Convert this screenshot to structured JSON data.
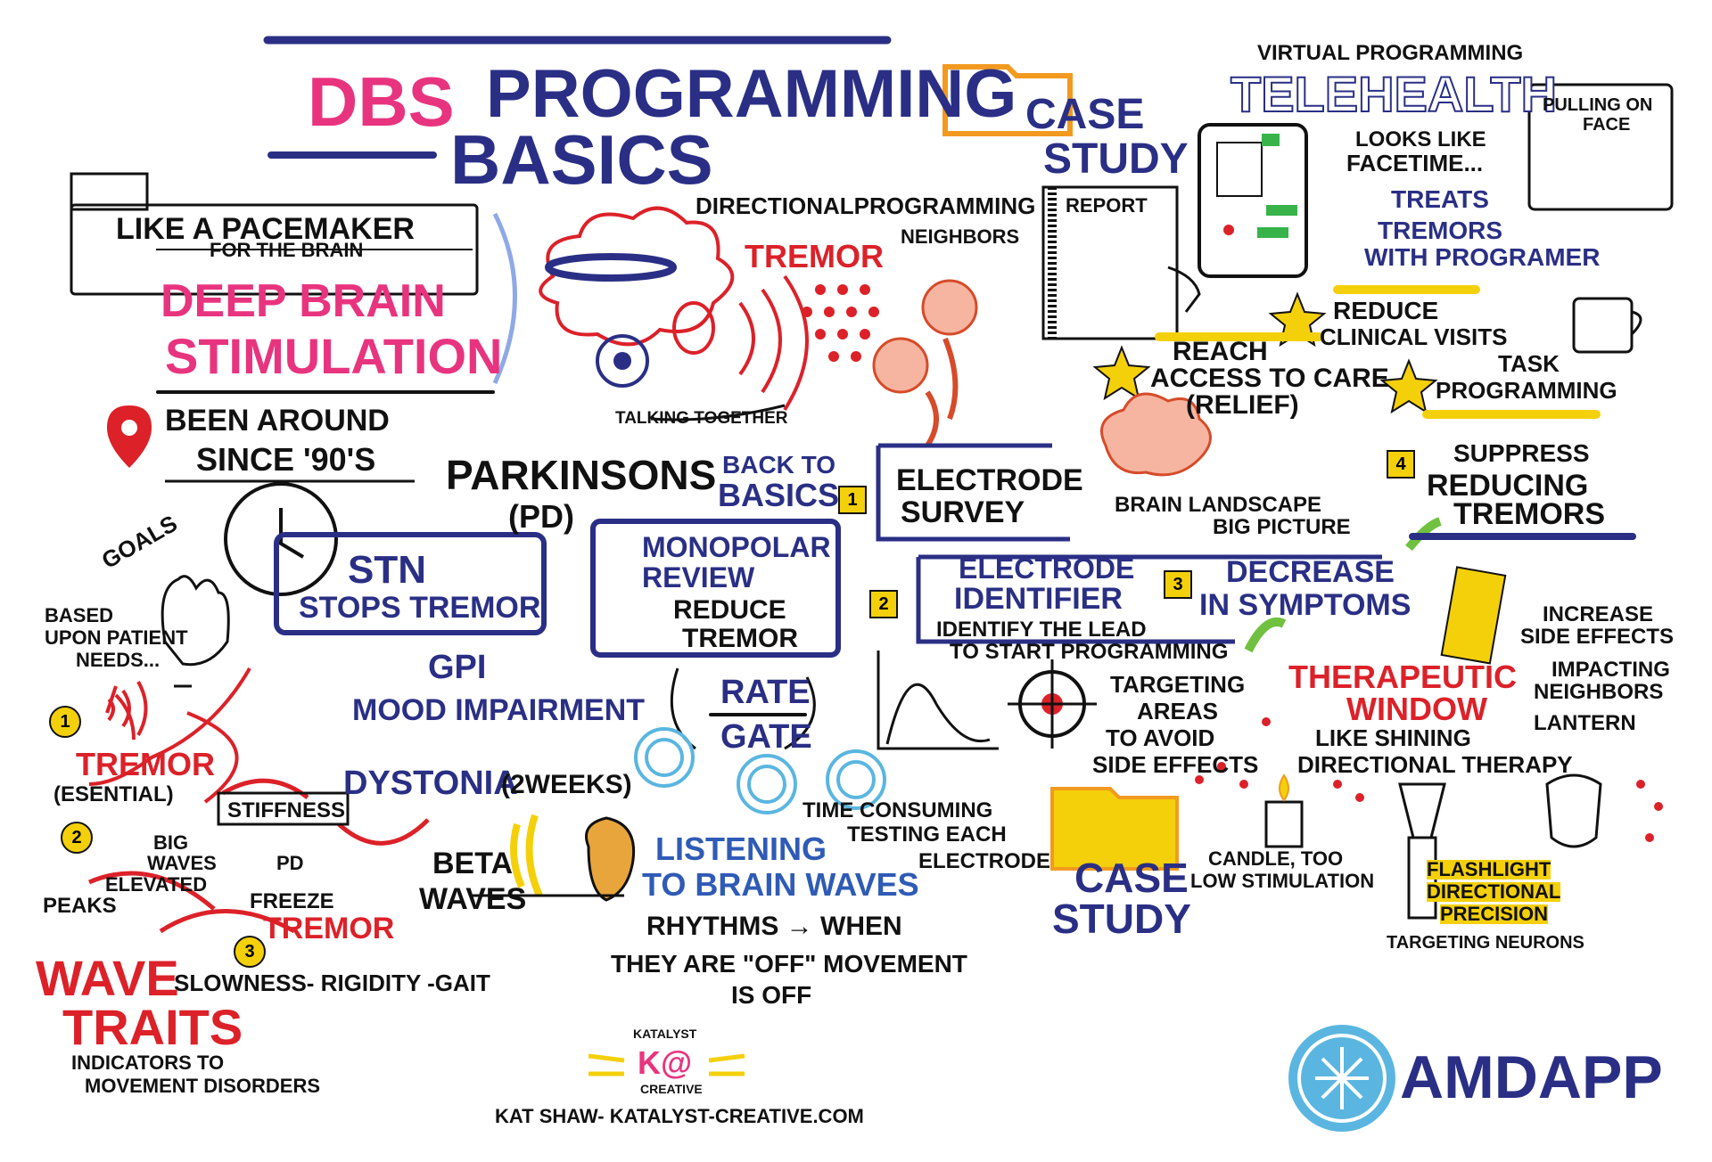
{
  "header": {
    "title_dbs": "DBS",
    "title_programming": "PROGRAMMING",
    "title_basics": "BASICS"
  },
  "intro": {
    "pacemaker_line1": "LIKE A PACEMAKER",
    "pacemaker_line2": "FOR THE BRAIN",
    "dbs_line1": "DEEP BRAIN",
    "dbs_line2": "STIMULATION",
    "around_line1": "BEEN AROUND",
    "around_line2": "SINCE '90's"
  },
  "directional": {
    "title": "DIRECTIONALPROGRAMMING",
    "tremor": "TREMOR",
    "neighbors": "NEIGHBORS",
    "talking": "TALKING TOGETHER"
  },
  "case_study_top": {
    "title_line1": "CASE",
    "title_line2": "STUDY",
    "report": "REPORT"
  },
  "telehealth": {
    "virtual": "VIRTUAL PROGRAMMING",
    "telehealth": "TELEHEALTH",
    "pulling_line1": "PULLING ON",
    "pulling_line2": "FACE",
    "looks_line1": "LOOKS LIKE",
    "looks_line2": "FACETIME...",
    "treats_line1": "TREATS",
    "treats_line2": "TREMORS",
    "treats_line3": "WITH PROGRAMER",
    "reduce_line1": "REDUCE",
    "reduce_line2": "CLINICAL VISITS",
    "reach_line1": "REACH",
    "reach_line2": "ACCESS TO CARE",
    "reach_line3": "(RELIEF)",
    "task_line1": "TASK",
    "task_line2": "PROGRAMMING"
  },
  "parkinsons": {
    "title": "PARKINSONS",
    "abbr": "(PD)",
    "goals": "GOALS",
    "based_line1": "BASED",
    "based_line2": "UPON PATIENT",
    "based_line3": "NEEDS...",
    "stn_line1": "STN",
    "stn_line2": "STOPS TREMOR",
    "gpi": "GPI",
    "mood": "MOOD IMPAIRMENT",
    "dystonia": "DYSTONIA",
    "dystonia_weeks": "(2WEEKS)"
  },
  "back_to_basics": {
    "line1": "BACK TO",
    "line2": "BASICS",
    "num1": "1",
    "num2": "2",
    "num3": "3",
    "num4": "4"
  },
  "monopolar": {
    "line1": "MONOPOLAR",
    "line2": "REVIEW",
    "line3": "REDUCE",
    "line4": "TREMOR",
    "rate": "RATE",
    "gate": "GATE",
    "time_line1": "TIME CONSUMING",
    "time_line2": "TESTING EACH",
    "time_line3": "ELECTRODE"
  },
  "electrode": {
    "survey_line1": "ELECTRODE",
    "survey_line2": "SURVEY",
    "landscape_line1": "BRAIN LANDSCAPE",
    "landscape_line2": "BIG PICTURE",
    "identifier_line1": "ELECTRODE",
    "identifier_line2": "IDENTIFIER",
    "identify_line1": "IDENTIFY THE LEAD",
    "identify_line2": "TO START PROGRAMMING",
    "decrease_line1": "DECREASE",
    "decrease_line2": "IN SYMPTOMS",
    "suppress_line1": "SUPPRESS",
    "suppress_line2": "REDUCING",
    "suppress_line3": "TREMORS"
  },
  "therapeutic": {
    "targeting_line1": "TARGETING",
    "targeting_line2": "AREAS",
    "targeting_line3": "TO AVOID",
    "targeting_line4": "SIDE EFFECTS",
    "window_line1": "THERAPEUTIC",
    "window_line2": "WINDOW",
    "shining_line1": "LIKE SHINING",
    "shining_line2": "DIRECTIONAL THERAPY",
    "increase_line1": "INCREASE",
    "increase_line2": "SIDE EFFECTS",
    "impacting_line1": "IMPACTING",
    "impacting_line2": "NEIGHBORS",
    "lantern": "LANTERN",
    "candle_line1": "CANDLE, TOO",
    "candle_line2": "LOW STIMULATION",
    "flash_line1": "FLASHLIGHT",
    "flash_line2": "DIRECTIONAL",
    "flash_line3": "PRECISION",
    "neurons": "TARGETING NEURONS"
  },
  "case_study_bottom": {
    "line1": "CASE",
    "line2": "STUDY"
  },
  "waves": {
    "tremor1": "TREMOR",
    "essential": "(ESENTIAL)",
    "stiffness": "STIFFNESS",
    "big_line1": "BIG",
    "big_line2": "WAVES",
    "elevated": "ELEVATED",
    "peaks": "PEAKS",
    "pd": "PD",
    "freeze": "FREEZE",
    "tremor2": "TREMOR",
    "slowness": "SLOWNESS- RIGIDITY -GAIT",
    "wave": "WAVE",
    "traits": "TRAITS",
    "indicators_line1": "INDICATORS TO",
    "indicators_line2": "MOVEMENT DISORDERS",
    "beta_line1": "BETA",
    "beta_line2": "WAVES",
    "c1": "1",
    "c2": "2",
    "c3": "3"
  },
  "listening": {
    "line1": "LISTENING",
    "line2": "TO BRAIN WAVES",
    "rhythms_line1": "RHYTHMS → WHEN",
    "rhythms_line2": "THEY ARE \"OFF\" MOVEMENT",
    "rhythms_line3": "IS OFF"
  },
  "footer": {
    "logo_top": "KATALYST",
    "logo_mid": "K@",
    "logo_bot": "CREATIVE",
    "credit": "KAT SHAW- KATALYST-CREATIVE.COM",
    "amdapp": "AMDAPP"
  },
  "colors": {
    "navy": "#2a2f85",
    "pink": "#e8347f",
    "red": "#dc2129",
    "yellow": "#f4d00a",
    "orange": "#f29a1f",
    "sky": "#5ab6e0"
  }
}
